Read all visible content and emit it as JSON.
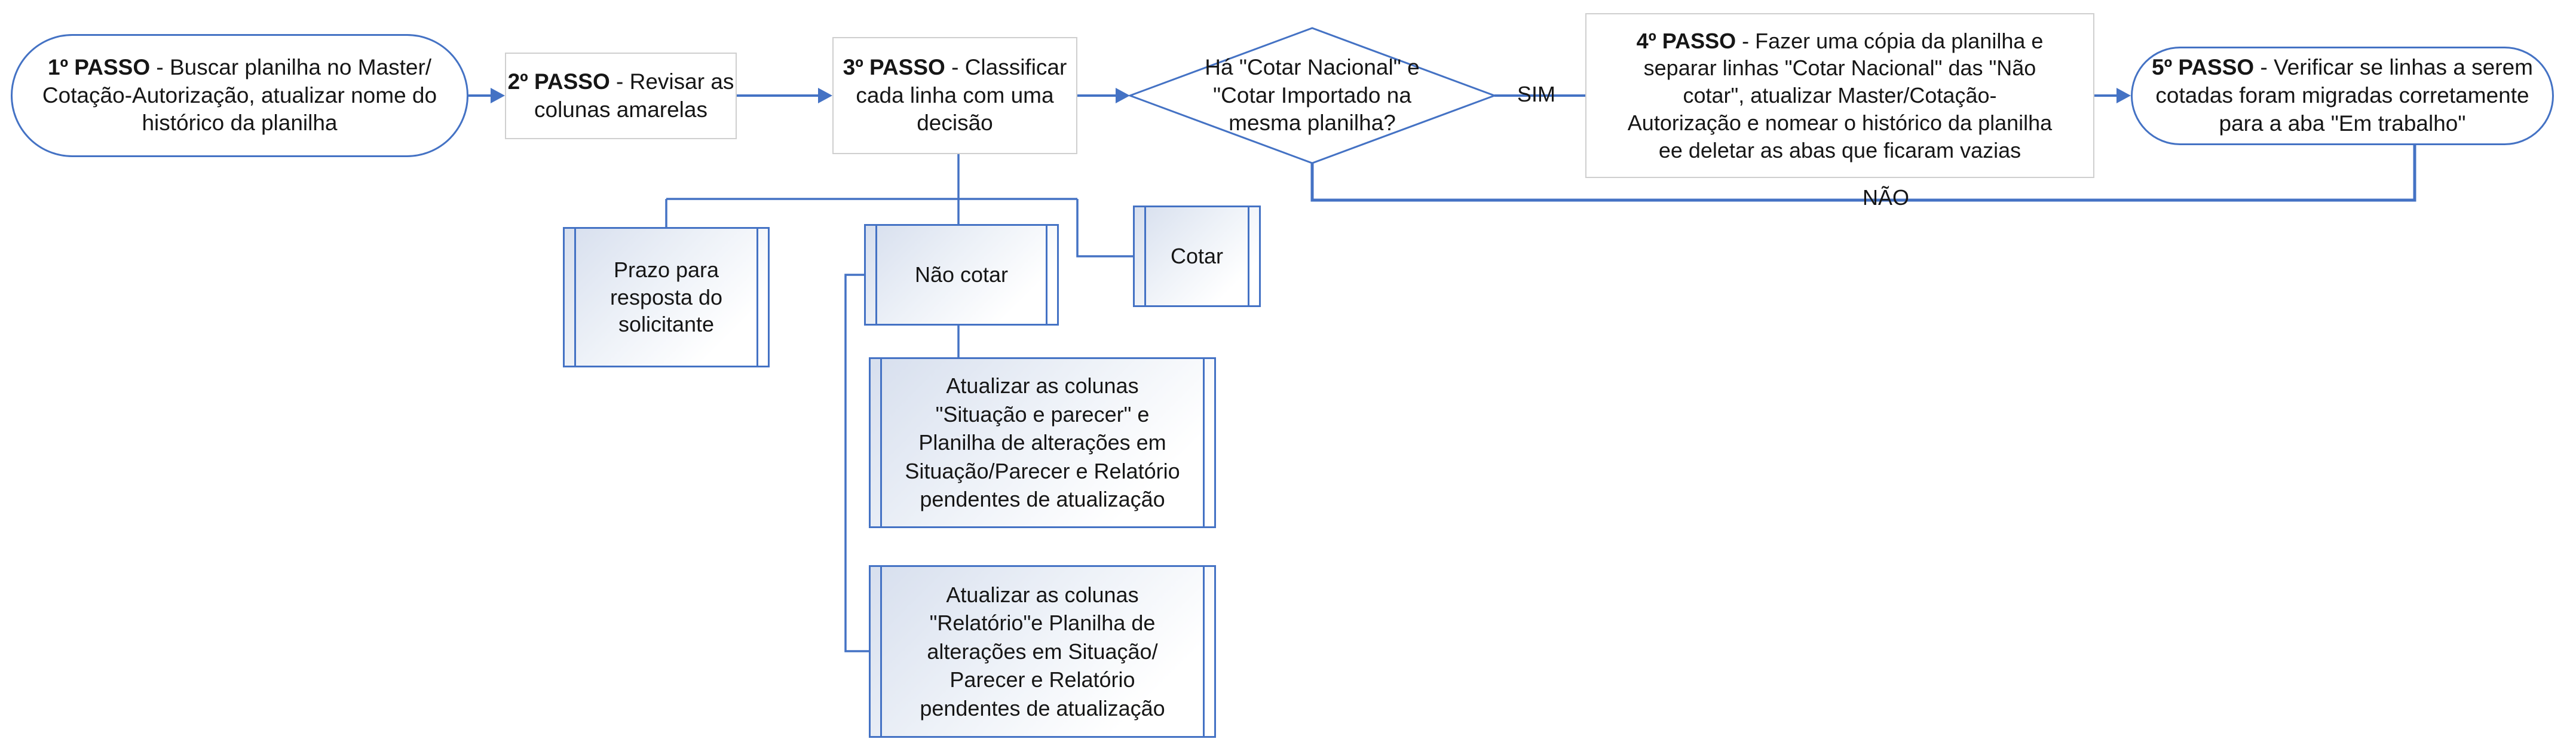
{
  "diagram": {
    "colors": {
      "accent": "#4472C4",
      "process_border": "#cfcfcf"
    },
    "steps": {
      "step1": {
        "bold": "1º PASSO",
        "rest": " - Buscar planilha no Master/\nCotação-Autorização, atualizar nome do\nhistórico da planilha"
      },
      "step2": {
        "bold": "2º PASSO",
        "rest": " - Revisar as\ncolunas amarelas"
      },
      "step3": {
        "bold": "3º PASSO",
        "rest": " - Classificar\ncada linha com uma\ndecisão"
      },
      "step4": {
        "bold": "4º PASSO",
        "rest": " - Fazer uma cópia da planilha e\nseparar linhas \"Cotar Nacional\" das \"Não\ncotar\", atualizar Master/Cotação-\nAutorização e nomear o histórico da planilha\nee deletar as abas que ficaram vazias"
      },
      "step5": {
        "bold": "5º PASSO",
        "rest": " - Verificar se linhas a serem\ncotadas foram migradas corretamente\npara a aba \"Em trabalho\""
      }
    },
    "decision": {
      "text": "Há \"Cotar Nacional\" e\n\"Cotar Importado na\nmesma planilha?",
      "yes_label": "SIM",
      "no_label": "NÃO"
    },
    "sub_boxes": {
      "prazo": {
        "text": "Prazo para\nresposta do\nsolicitante"
      },
      "nao_cotar": {
        "text": "Não cotar"
      },
      "cotar": {
        "text": "Cotar"
      },
      "atualizar_situacao": {
        "text": "Atualizar as colunas\n\"Situação e parecer\" e\nPlanilha de alterações em\nSituação/Parecer e Relatório\npendentes de atualização"
      },
      "atualizar_relatorio": {
        "text": "Atualizar as colunas\n\"Relatório\"e Planilha de\nalterações em Situação/\nParecer e Relatório\npendentes de atualização"
      }
    }
  }
}
